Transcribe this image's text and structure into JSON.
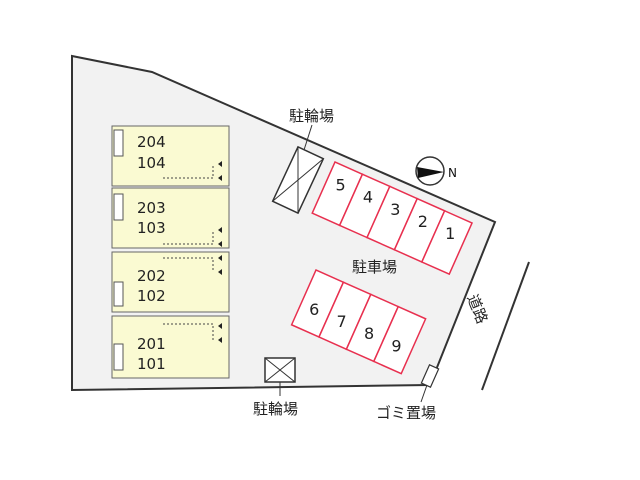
{
  "colors": {
    "lot": "#f2f2f2",
    "outline": "#333333",
    "building": "#fafad2",
    "parking_slot": "#e8304f",
    "parking_fill": "#ffffff"
  },
  "labels": {
    "bicycle_parking_top": "駐輪場",
    "bicycle_parking_bottom": "駐輪場",
    "parking": "駐車場",
    "road": "道路",
    "garbage": "ゴミ置場",
    "north": "N"
  },
  "units": [
    {
      "upper": "204",
      "lower": "104"
    },
    {
      "upper": "203",
      "lower": "103"
    },
    {
      "upper": "202",
      "lower": "102"
    },
    {
      "upper": "201",
      "lower": "101"
    }
  ],
  "parking_upper": [
    "5",
    "4",
    "3",
    "2",
    "1"
  ],
  "parking_lower": [
    "6",
    "7",
    "8",
    "9"
  ]
}
